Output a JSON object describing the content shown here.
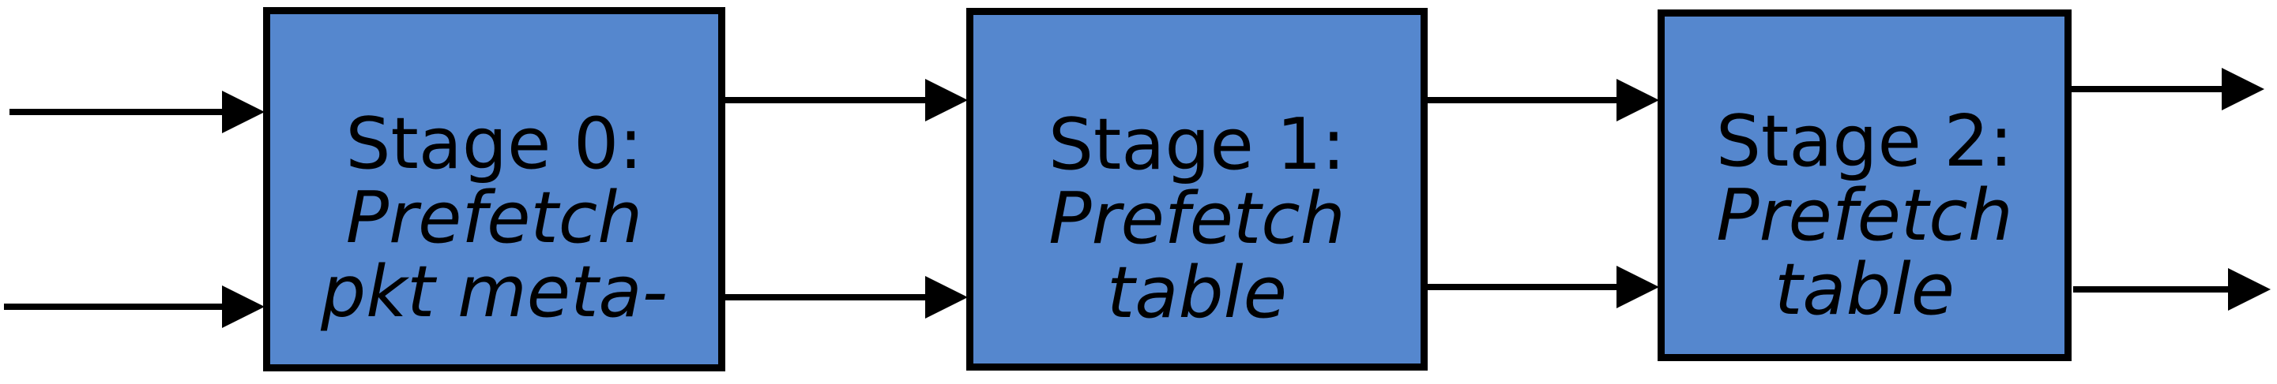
{
  "diagram": {
    "kind": "pipeline-flow",
    "stages": [
      {
        "title": "Stage 0:",
        "subtitle": "Prefetch pkt meta-"
      },
      {
        "title": "Stage 1:",
        "subtitle": "Prefetch table"
      },
      {
        "title": "Stage 2:",
        "subtitle": "Prefetch table"
      }
    ],
    "connections": [
      {
        "from": "external-input",
        "to": "Stage 0",
        "arrows": 2
      },
      {
        "from": "Stage 0",
        "to": "Stage 1",
        "arrows": 2
      },
      {
        "from": "Stage 1",
        "to": "Stage 2",
        "arrows": 2
      },
      {
        "from": "Stage 2",
        "to": "external-output",
        "arrows": 2
      }
    ],
    "colors": {
      "box_fill": "#5587CE",
      "box_border": "#000000",
      "arrow": "#000000",
      "text": "#000000",
      "background": "#FFFFFF"
    }
  }
}
